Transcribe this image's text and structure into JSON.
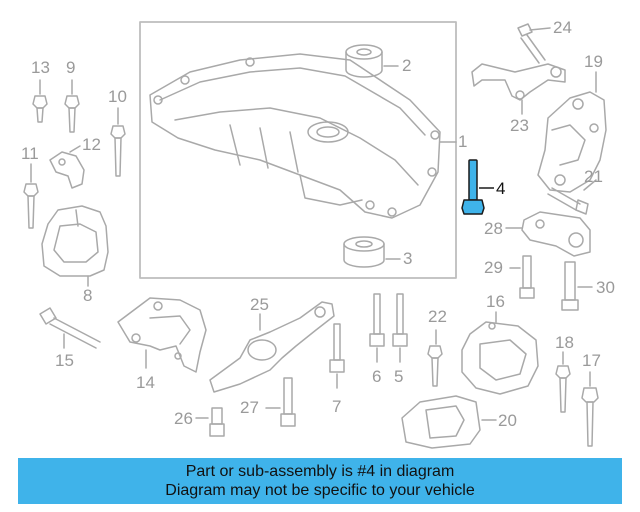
{
  "colors": {
    "part_line": "#a9a9a9",
    "label_text": "#9a9a9a",
    "highlight_part": "#3fb3ea",
    "highlight_outline": "#1a1a1a",
    "banner_bg": "#3fb3ea",
    "banner_text": "#111111"
  },
  "callouts": {
    "c1": "1",
    "c2": "2",
    "c3": "3",
    "c4": "4",
    "c5": "5",
    "c6": "6",
    "c7": "7",
    "c8": "8",
    "c9": "9",
    "c10": "10",
    "c11": "11",
    "c12": "12",
    "c13": "13",
    "c14": "14",
    "c15": "15",
    "c16": "16",
    "c17": "17",
    "c18": "18",
    "c19": "19",
    "c20": "20",
    "c21": "21",
    "c22": "22",
    "c23": "23",
    "c24": "24",
    "c25": "25",
    "c26": "26",
    "c27": "27",
    "c28": "28",
    "c29": "29",
    "c30": "30"
  },
  "highlighted_part": "4",
  "banner": {
    "line1": "Part or sub-assembly is #4 in diagram",
    "line2": "Diagram may not be specific to your vehicle"
  }
}
